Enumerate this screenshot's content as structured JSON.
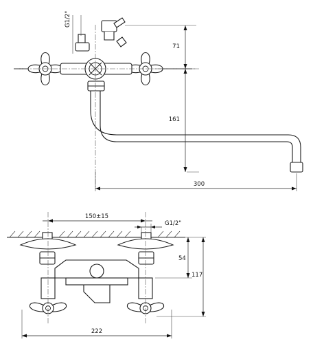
{
  "top_view": {
    "dim_g_thread": "G1/2\"",
    "dim_height_upper": "71",
    "dim_height_total": "161",
    "dim_spout_length": "300"
  },
  "bottom_view": {
    "dim_center_distance": "150±15",
    "dim_g_thread": "G1/2\"",
    "dim_height_body": "54",
    "dim_height_total": "117",
    "dim_overall_width": "222"
  },
  "colors": {
    "line": "#1a1a1a",
    "background": "#ffffff"
  }
}
